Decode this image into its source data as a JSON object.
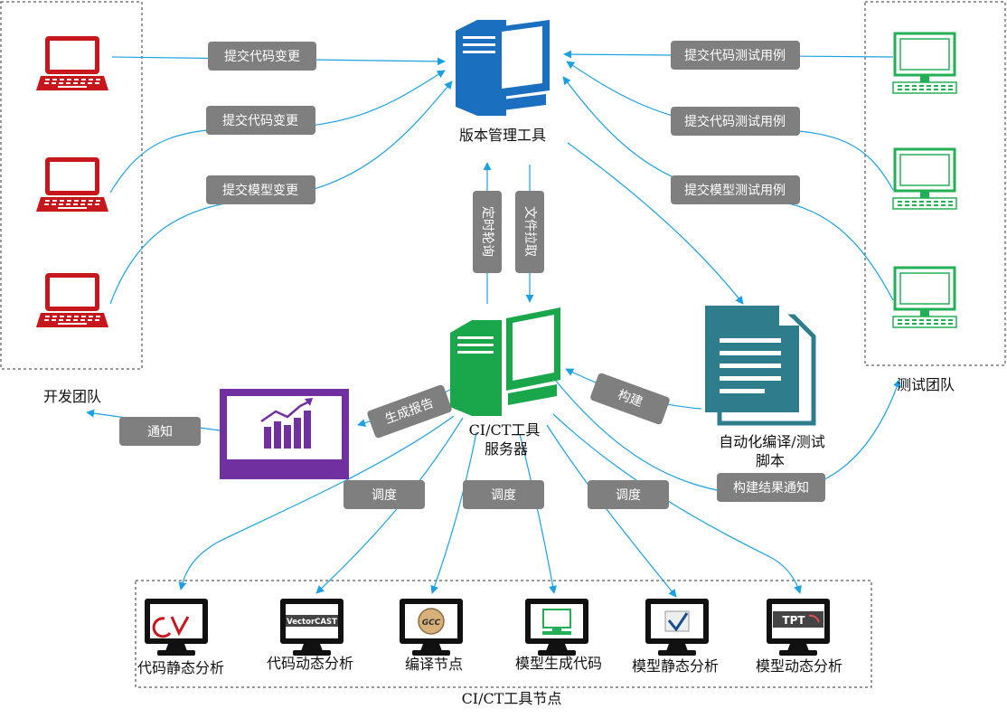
{
  "colors": {
    "dev_red": "#c8161d",
    "test_green": "#22b056",
    "vcs_blue": "#1a6fbf",
    "ci_green": "#1aa64b",
    "doc_teal": "#2e7d8c",
    "report_purple": "#7030a0",
    "label_bg": "#7f7f7f",
    "arrow": "#1ba1e2"
  },
  "groups": {
    "dev_team": "开发团队",
    "test_team": "测试团队",
    "ci_nodes": "CI/CT工具节点"
  },
  "nodes": {
    "vcs": "版本管理工具",
    "ci_line1": "CI/CT工具",
    "ci_line2": "服务器",
    "script_line1": "自动化编译/测试",
    "script_line2": "脚本"
  },
  "labels": {
    "dev_commit_1": "提交代码变更",
    "dev_commit_2": "提交代码变更",
    "dev_commit_3": "提交模型变更",
    "test_commit_1": "提交代码测试用例",
    "test_commit_2": "提交代码测试用例",
    "test_commit_3": "提交模型测试用例",
    "poll": "定时轮询",
    "pull": "文件拉取",
    "build": "构建",
    "report": "生成报告",
    "notify": "通知",
    "build_notify": "构建结果通知",
    "dispatch_1": "调度",
    "dispatch_2": "调度",
    "dispatch_3": "调度"
  },
  "tool_nodes": [
    {
      "name": "代码静态分析",
      "logo": "CV"
    },
    {
      "name": "代码动态分析",
      "logo": "VectorCAST"
    },
    {
      "name": "编译节点",
      "logo": "GCC"
    },
    {
      "name": "模型生成代码",
      "logo": ""
    },
    {
      "name": "模型静态分析",
      "logo": ""
    },
    {
      "name": "模型动态分析",
      "logo": "TPT"
    }
  ]
}
